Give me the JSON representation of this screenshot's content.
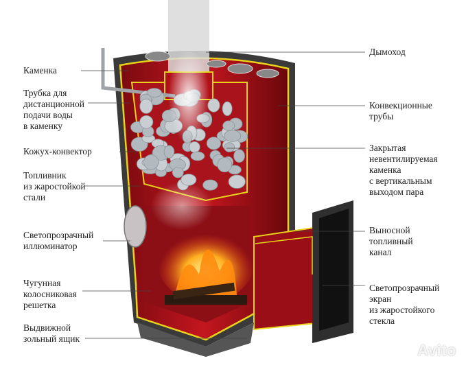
{
  "labels_left": [
    {
      "id": "kamenka",
      "text": "Каменка"
    },
    {
      "id": "trubka",
      "text": "Трубка для\nдистанционной\nподачи воды\nв каменку"
    },
    {
      "id": "kozhuh",
      "text": "Кожух-конвектор"
    },
    {
      "id": "toplivnik",
      "text": "Топливник\nиз жаростойкой\nстали"
    },
    {
      "id": "illuminator",
      "text": "Светопрозрачный\nиллюминатор"
    },
    {
      "id": "reshetka",
      "text": "Чугунная\nколосниковая\nрешетка"
    },
    {
      "id": "yashik",
      "text": "Выдвижной\nзольный ящик"
    }
  ],
  "labels_right": [
    {
      "id": "dymohod",
      "text": "Дымоход"
    },
    {
      "id": "konvek",
      "text": "Конвекционные\nтрубы"
    },
    {
      "id": "zakrytaya",
      "text": "Закрытая\nневентилируемая\nкаменка\nс вертикальным\nвыходом пара"
    },
    {
      "id": "vynosnoy",
      "text": "Выносной\nтопливный\nканал"
    },
    {
      "id": "ekran",
      "text": "Светопрозрачный\nэкран\nиз жаростойкого\nстекла"
    }
  ],
  "watermark": "Avito",
  "colors": {
    "body_red": "#b3121b",
    "dark_red": "#6e0a0e",
    "outline_yellow": "#e8d31a",
    "frame_dark": "#2a2a2a",
    "stone": "#c9ced2",
    "flame": "#ff9a1f"
  }
}
